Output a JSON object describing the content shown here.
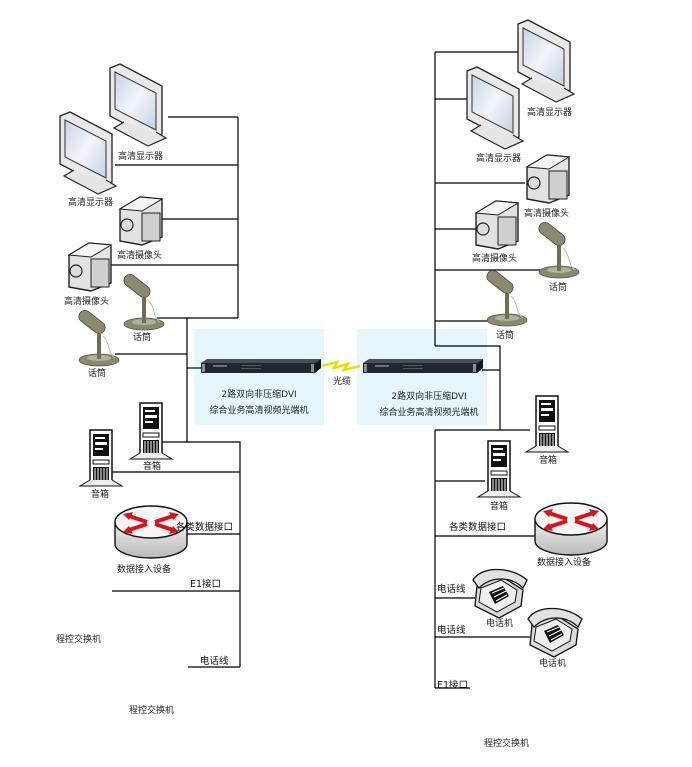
{
  "diagram": {
    "type": "network topology",
    "link_label": "光缆",
    "colors": {
      "panel_bg": "#e6f7fb",
      "device_body": "#2a2d33",
      "link_bolt": "#e8e000",
      "router_arrow": "#d8141b",
      "mic": "#8b8a6e",
      "monitor_screen": "#dfe6f2"
    },
    "left": {
      "transceiver": {
        "line1": "2路双向非压缩DVI",
        "line2": "综合业务高清视频光端机"
      },
      "monitors": [
        "高清显示器",
        "高清显示器"
      ],
      "cameras": [
        "高清摄像头",
        "高清摄像头"
      ],
      "mics": [
        "话筒",
        "话筒"
      ],
      "speakers": [
        "音箱",
        "音箱"
      ],
      "router": "数据接入设备",
      "router_link": "各类数据接口",
      "switches": [
        "程控交换机",
        "程控交换机"
      ],
      "switch_links": [
        "E1接口",
        "电话线"
      ]
    },
    "right": {
      "transceiver": {
        "line1": "2路双向非压缩DVI",
        "line2": "综合业务高清视频光端机"
      },
      "monitors": [
        "高清显示器",
        "高清显示器"
      ],
      "cameras": [
        "高清摄像头",
        "高清摄像头"
      ],
      "mics": [
        "话筒",
        "话筒"
      ],
      "speakers": [
        "音箱",
        "音箱"
      ],
      "router": "数据接入设备",
      "router_link": "各类数据接口",
      "phones": [
        "电话机",
        "电话机"
      ],
      "phone_links": [
        "电话线",
        "电话线"
      ],
      "switch": "程控交换机",
      "switch_link": "E1接口"
    }
  }
}
